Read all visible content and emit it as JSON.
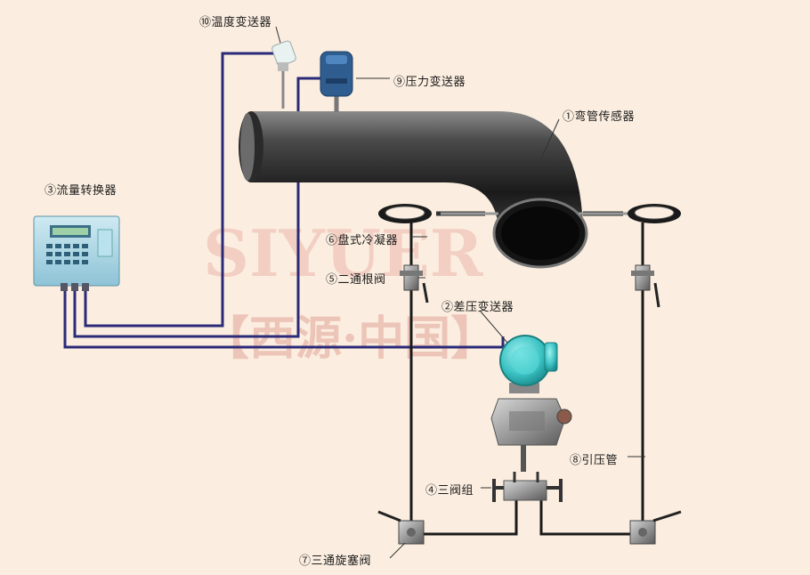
{
  "labels": {
    "temperature_transmitter": "⑩温度变送器",
    "pressure_transmitter": "⑨压力变送器",
    "elbow_sensor": "①弯管传感器",
    "flow_converter": "③流量转换器",
    "disc_condenser": "⑥盘式冷凝器",
    "two_way_root_valve": "⑤二通根阀",
    "dp_transmitter": "②差压变送器",
    "impulse_pipe": "⑧引压管",
    "three_valve_manifold": "④三阀组",
    "three_way_plug_valve": "⑦三通旋塞阀"
  },
  "watermark": {
    "brand": "SIYUER",
    "registered": "®",
    "cn": "【西源·中国】"
  },
  "colors": {
    "background": "#fbeee0",
    "signal_cable": "#2b2a78",
    "impulse_line": "#1a1a1a",
    "transmitter_housing": "#4bc9c9",
    "pressure_transmitter": "#2f5d8f",
    "converter_body": "#a9d8e8",
    "pipe": "#333"
  }
}
